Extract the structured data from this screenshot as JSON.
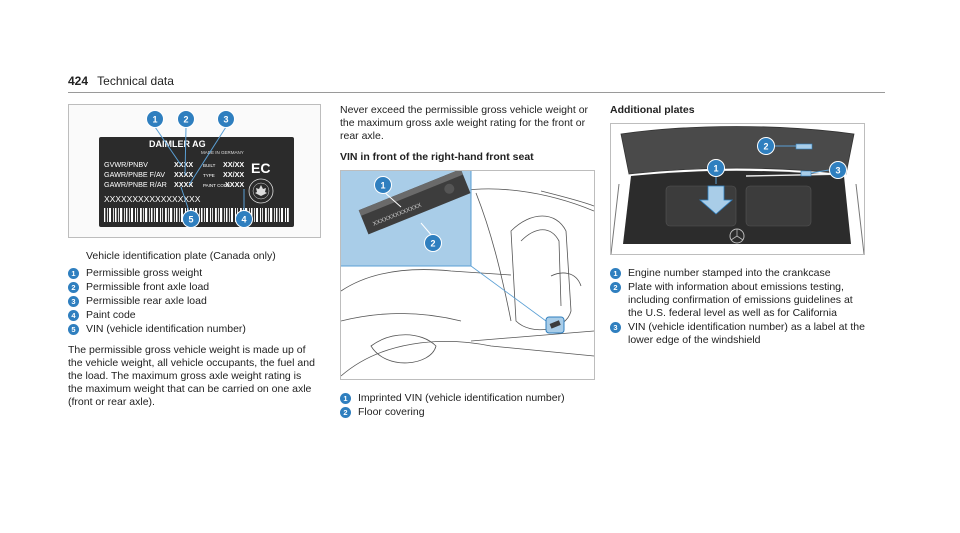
{
  "header": {
    "page_number": "424",
    "section": "Technical data"
  },
  "col1": {
    "plate": {
      "maker": "DAIMLER AG",
      "made_in": "MADE IN GERMANY",
      "rows": [
        {
          "label": "GVWR/PNBV",
          "value": "XXXX",
          "tag": "BUILT",
          "tag_value": "XX/XX"
        },
        {
          "label": "GAWR/PNBE F/AV",
          "value": "XXXX",
          "tag": "TYPE",
          "tag_value": "XX/XX"
        },
        {
          "label": "GAWR/PNBE R/AR",
          "value": "XXXX",
          "tag": "PAINT CODE",
          "tag_value": "XXXX"
        }
      ],
      "vin": "XXXXXXXXXXXXXXXXX",
      "logo": "EC"
    },
    "caption": "Vehicle identification plate (Canada only)",
    "legend": [
      {
        "n": "1",
        "text": "Permissible gross weight"
      },
      {
        "n": "2",
        "text": "Permissible front axle load"
      },
      {
        "n": "3",
        "text": "Permissible rear axle load"
      },
      {
        "n": "4",
        "text": "Paint code"
      },
      {
        "n": "5",
        "text": "VIN (vehicle identification number)"
      }
    ],
    "paragraph": "The permissible gross vehicle weight is made up of the vehicle weight, all vehicle occupants, the fuel and the load. The maximum gross axle weight rating is the maximum weight that can be carried on one axle (front or rear axle)."
  },
  "col2": {
    "lead": "Never exceed the permissible gross vehicle weight or the maximum gross axle weight rating for the front or rear axle.",
    "subhead": "VIN in front of the right-hand front seat",
    "legend": [
      {
        "n": "1",
        "text": "Imprinted VIN (vehicle identification number)"
      },
      {
        "n": "2",
        "text": "Floor covering"
      }
    ]
  },
  "col3": {
    "heading": "Additional plates",
    "legend": [
      {
        "n": "1",
        "text": "Engine number stamped into the crankcase"
      },
      {
        "n": "2",
        "text": "Plate with information about emissions test­ing, including confirmation of emissions guidelines at the U.S. federal level as well as for California"
      },
      {
        "n": "3",
        "text": "VIN (vehicle identification number) as a label at the lower edge of the windshield"
      }
    ]
  },
  "colors": {
    "accent": "#2f7fbf",
    "plate_bg": "#2b2b2b",
    "inset_bg": "#a9cde8"
  }
}
